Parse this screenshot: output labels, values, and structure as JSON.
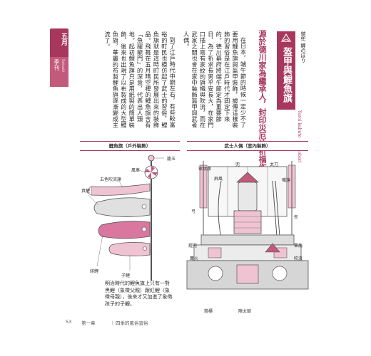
{
  "sidebar": {
    "month": "五月",
    "section": "季刊",
    "section_sub": "Satsuki"
  },
  "header": {
    "title": "盔甲與鯉魚旗",
    "subtitle": "源於德川家為繼承人，封印災厄的祈福作法",
    "romaji": "Yoroi kabuto · Koinobori",
    "yomi": "鎧兜  鯉のぼり"
  },
  "body": {
    "paragraphs": [
      "在日本，端午節的時候一定少不了要用鯉魚旗與盔甲裝飾，據傳這樣裝飾的習俗是在江戶時代才固定下來的。德川幕府將端午節定為重要節日，為了祈求長男平安長大，在家門口插上寫有家紋的旗幟與吹流，而在武家之間也會在家中裝飾盔甲與武者人偶。",
      "到了江戶時代中期左右，有些較富裕的町民也模仿起了武士的習俗，鯉魚旗就是這時町民所發展出來的裝飾品。飛舞在五月晴空裡的鯉魚旗含有「魚躍龍門」的深意，代表出人頭地。起初鯉魚旗只是用紙製的簡單裝飾，後來也出現了以布製成的大型鯉魚旗，華麗的布製鯉魚旗逐漸變成主流了。"
    ]
  },
  "fig_left": {
    "title": "鯉魚旗（戶外裝飾）",
    "labels": {
      "ball": "籠玉",
      "wind": "風車",
      "streamer": "五色吹流旗",
      "black": "真鯉",
      "red": "緋鯉",
      "child": "子鯉"
    }
  },
  "fig_right": {
    "title": "武士人偶（室內裝飾）",
    "labels": {
      "sword": "太刀",
      "bow": "弓",
      "helmet": "鎧兜",
      "fan": "軍扇",
      "arrow": "矢",
      "drum": "陣太鼓",
      "screen": "屏風",
      "kabuto": "兜",
      "stand": "鎧櫃",
      "lamp": "篝火",
      "mon": "家紋旗",
      "flag": "幟旗",
      "banner": "吹流"
    }
  },
  "caption": "明治時代的鯉魚旗上只有一對黑鯉（象徵父親）跟紅鯉（象徵母親），後來才又加進了象徵孩子的子鯉。",
  "footer": {
    "page": "53",
    "chapter": "第一章",
    "separator": "｜",
    "book": "四季的風俗習俗"
  },
  "colors": {
    "accent": "#a8375d",
    "accent_light": "#c25a7c",
    "pink_fill": "#f0c3d3",
    "gray": "#7a7a7a"
  }
}
